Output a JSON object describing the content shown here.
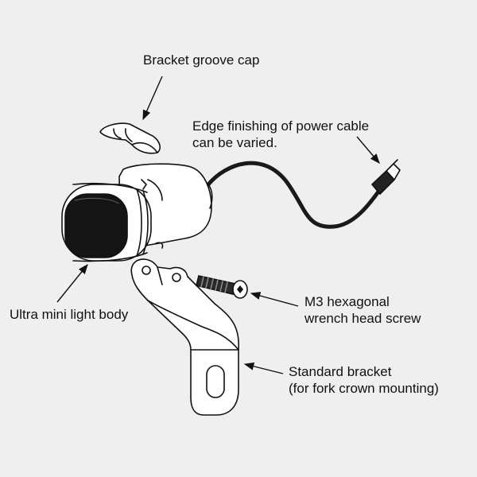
{
  "labels": {
    "bracket_groove_cap": "Bracket groove cap",
    "power_cable_line1": "Edge finishing of power cable",
    "power_cable_line2": "can be varied.",
    "light_body": "Ultra mini light body",
    "screw_line1": "M3 hexagonal",
    "screw_line2": "wrench head screw",
    "bracket_line1": "Standard bracket",
    "bracket_line2": "(for fork  crown mounting)"
  },
  "colors": {
    "background": "#efefef",
    "ink": "#111111",
    "part_fill": "#ffffff",
    "cable": "#1a1a1a"
  }
}
